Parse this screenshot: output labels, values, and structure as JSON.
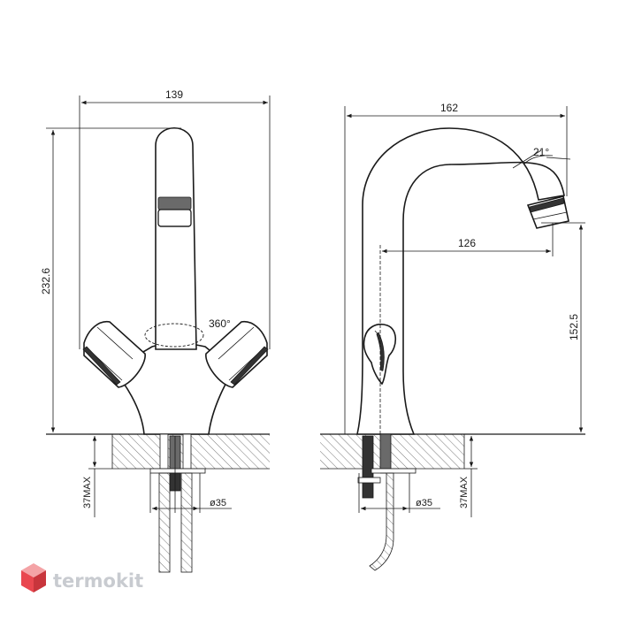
{
  "dimensions": {
    "front_width": "139",
    "front_height": "232.6",
    "rotation": "360°",
    "side_width": "162",
    "spout_angle": "21°",
    "spout_reach": "126",
    "spout_height": "152.5",
    "mount_thickness_left": "37MAX",
    "mount_thickness_right": "37MAX",
    "hole_diameter_left": "ø35",
    "hole_diameter_right": "ø35"
  },
  "brand": {
    "name": "termokit",
    "logo_icon": "cube-logo-icon",
    "colors": {
      "top": "#f4a3a6",
      "left": "#e9474f",
      "right": "#c8353c",
      "text": "#c8cbd0"
    }
  }
}
